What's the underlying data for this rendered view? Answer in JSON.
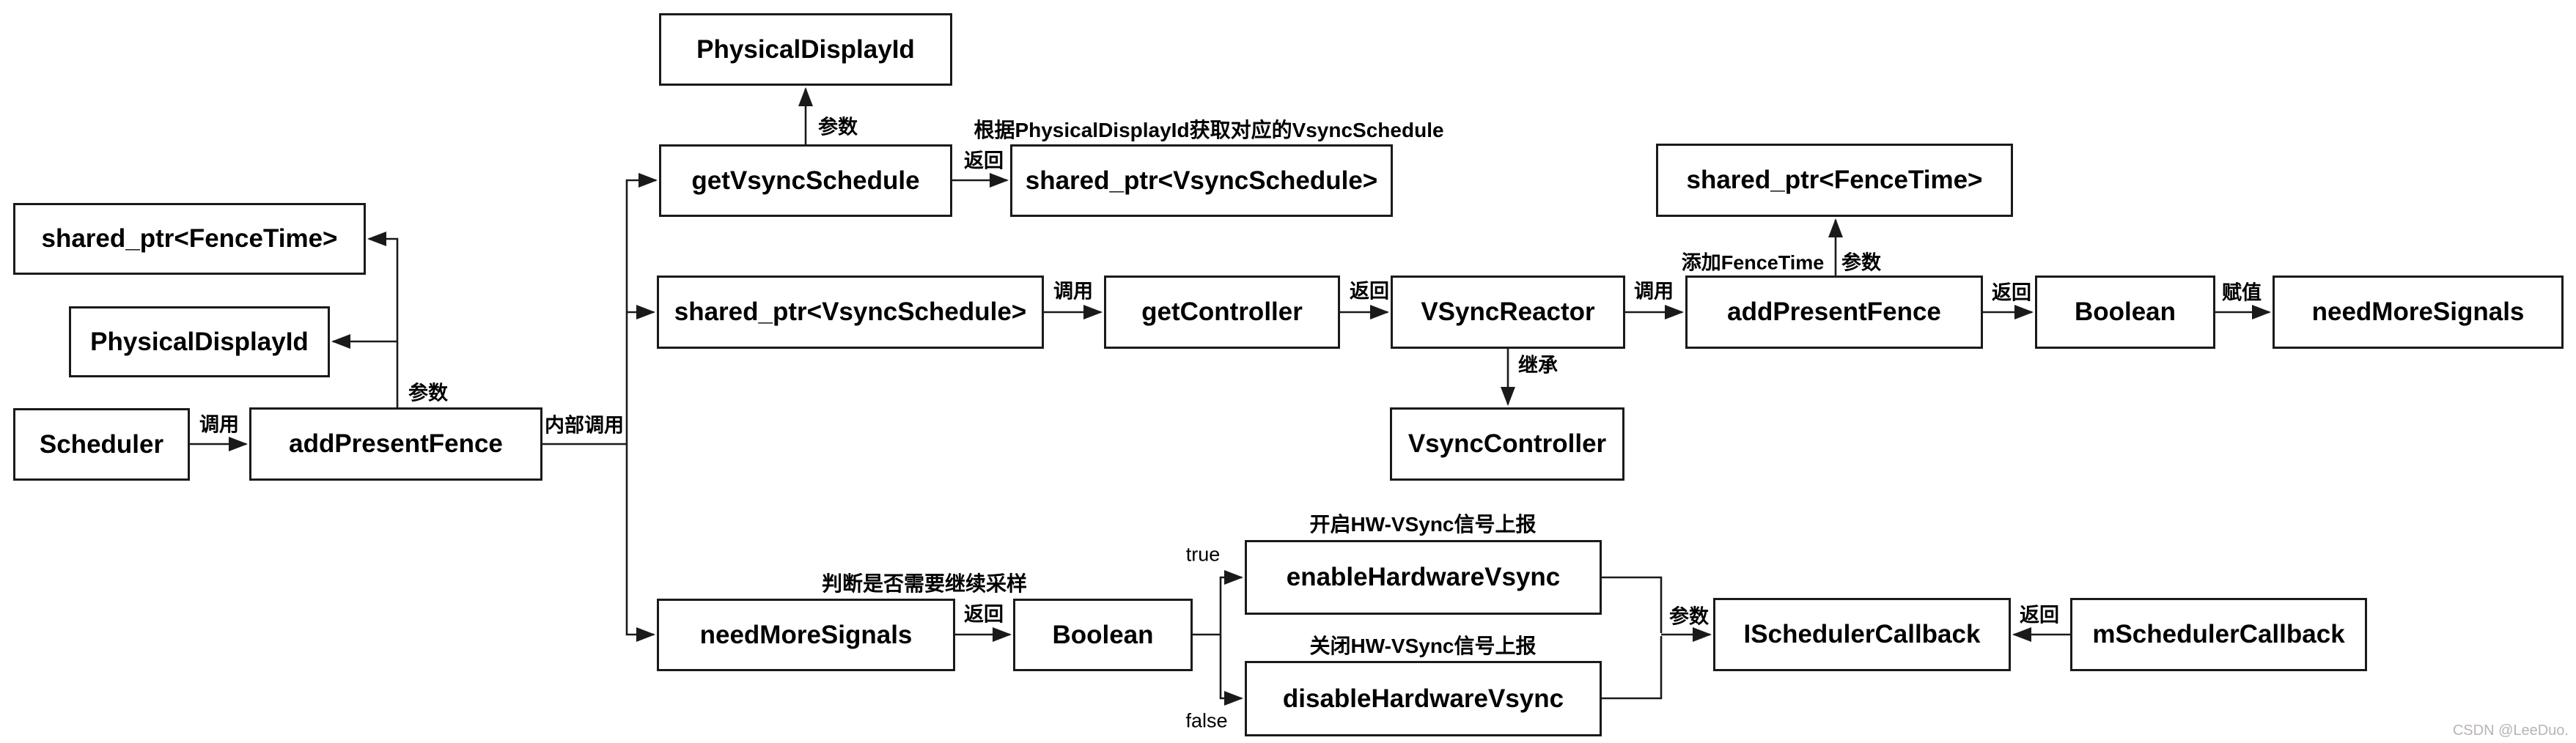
{
  "diagram": {
    "nodes": {
      "fencetime_left": "shared_ptr<FenceTime>",
      "physicaldisplayid_left": "PhysicalDisplayId",
      "scheduler": "Scheduler",
      "addpresentfence_left": "addPresentFence",
      "physicaldisplayid_top": "PhysicalDisplayId",
      "getvsyncschedule": "getVsyncSchedule",
      "vsyncschedule_ret": "shared_ptr<VsyncSchedule>",
      "vsyncschedule_mid": "shared_ptr<VsyncSchedule>",
      "getcontroller": "getController",
      "vsyncreactor": "VSyncReactor",
      "vsynccontroller": "VsyncController",
      "fencetime_right": "shared_ptr<FenceTime>",
      "addpresentfence_mid": "addPresentFence",
      "boolean_mid": "Boolean",
      "needmoresignals_right": "needMoreSignals",
      "needmoresignals_bottom": "needMoreSignals",
      "boolean_bottom": "Boolean",
      "enablehardwarevsync": "enableHardwareVsync",
      "disablehardwarevsync": "disableHardwareVsync",
      "ischedulercallback": "ISchedulerCallback",
      "mschedulercallback": "mSchedulerCallback"
    },
    "edge_labels": {
      "call_scheduler": "调用",
      "param_left": "参数",
      "internal_call": "内部调用",
      "param_top": "参数",
      "return_top": "返回",
      "call_mid1": "调用",
      "return_mid1": "返回",
      "call_mid2": "调用",
      "inherit": "继承",
      "add_fencetime": "添加FenceTime",
      "param_mid": "参数",
      "return_mid2": "返回",
      "assign": "赋值",
      "return_bottom1": "返回",
      "branch_true": "true",
      "branch_false": "false",
      "param_bottom": "参数",
      "return_bottom2": "返回"
    },
    "annotations": {
      "get_schedule": "根据PhysicalDisplayId获取对应的VsyncSchedule",
      "decide_sampling": "判断是否需要继续采样",
      "enable_note": "开启HW-VSync信号上报",
      "disable_note": "关闭HW-VSync信号上报"
    },
    "watermark": "CSDN @LeeDuo.",
    "colors": {
      "line": "#1a1a1a",
      "box_bg": "#ffffff",
      "text": "#000000",
      "watermark": "#b9b3b6"
    }
  }
}
